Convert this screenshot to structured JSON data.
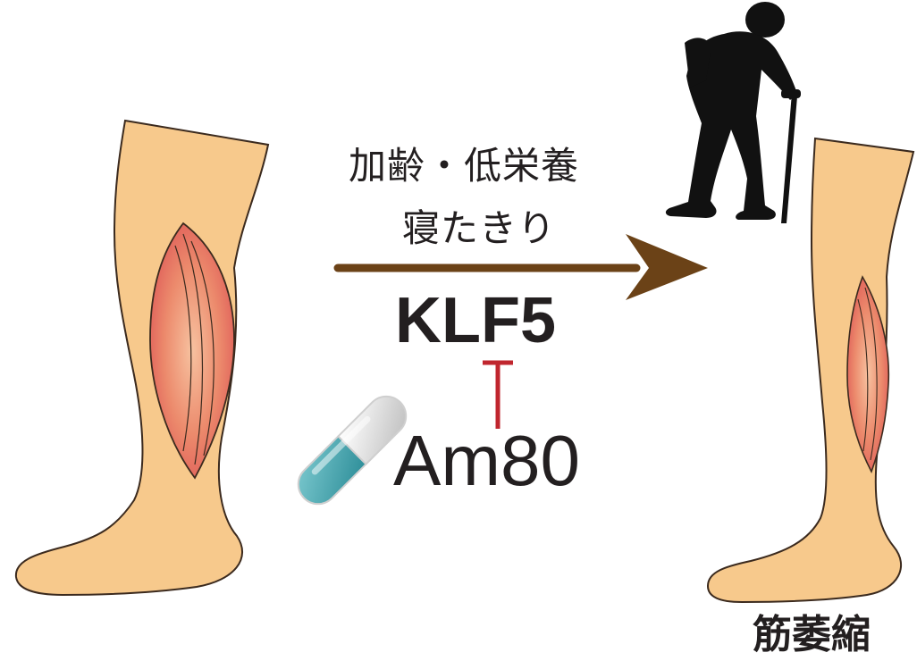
{
  "labels": {
    "cause_line_1": "加齢・低栄養",
    "cause_line_2": "寝たきり",
    "gene": "KLF5",
    "drug": "Am80",
    "outcome": "筋萎縮"
  },
  "colors": {
    "skin": "#f7c98c",
    "skin_outline": "#3b2a1e",
    "muscle_healthy": "#e8705c",
    "muscle_highlight": "#f4b48a",
    "arrow": "#6b4217",
    "inhibit": "#c0262e",
    "capsule_teal": "#3fa3ad",
    "capsule_white": "#e6e6e6",
    "silhouette": "#111111",
    "text": "#231f20"
  },
  "icons": {
    "left_leg": "healthy-leg-icon",
    "right_leg": "atrophied-leg-icon",
    "person": "elderly-person-with-cane-icon",
    "pill": "capsule-icon"
  }
}
